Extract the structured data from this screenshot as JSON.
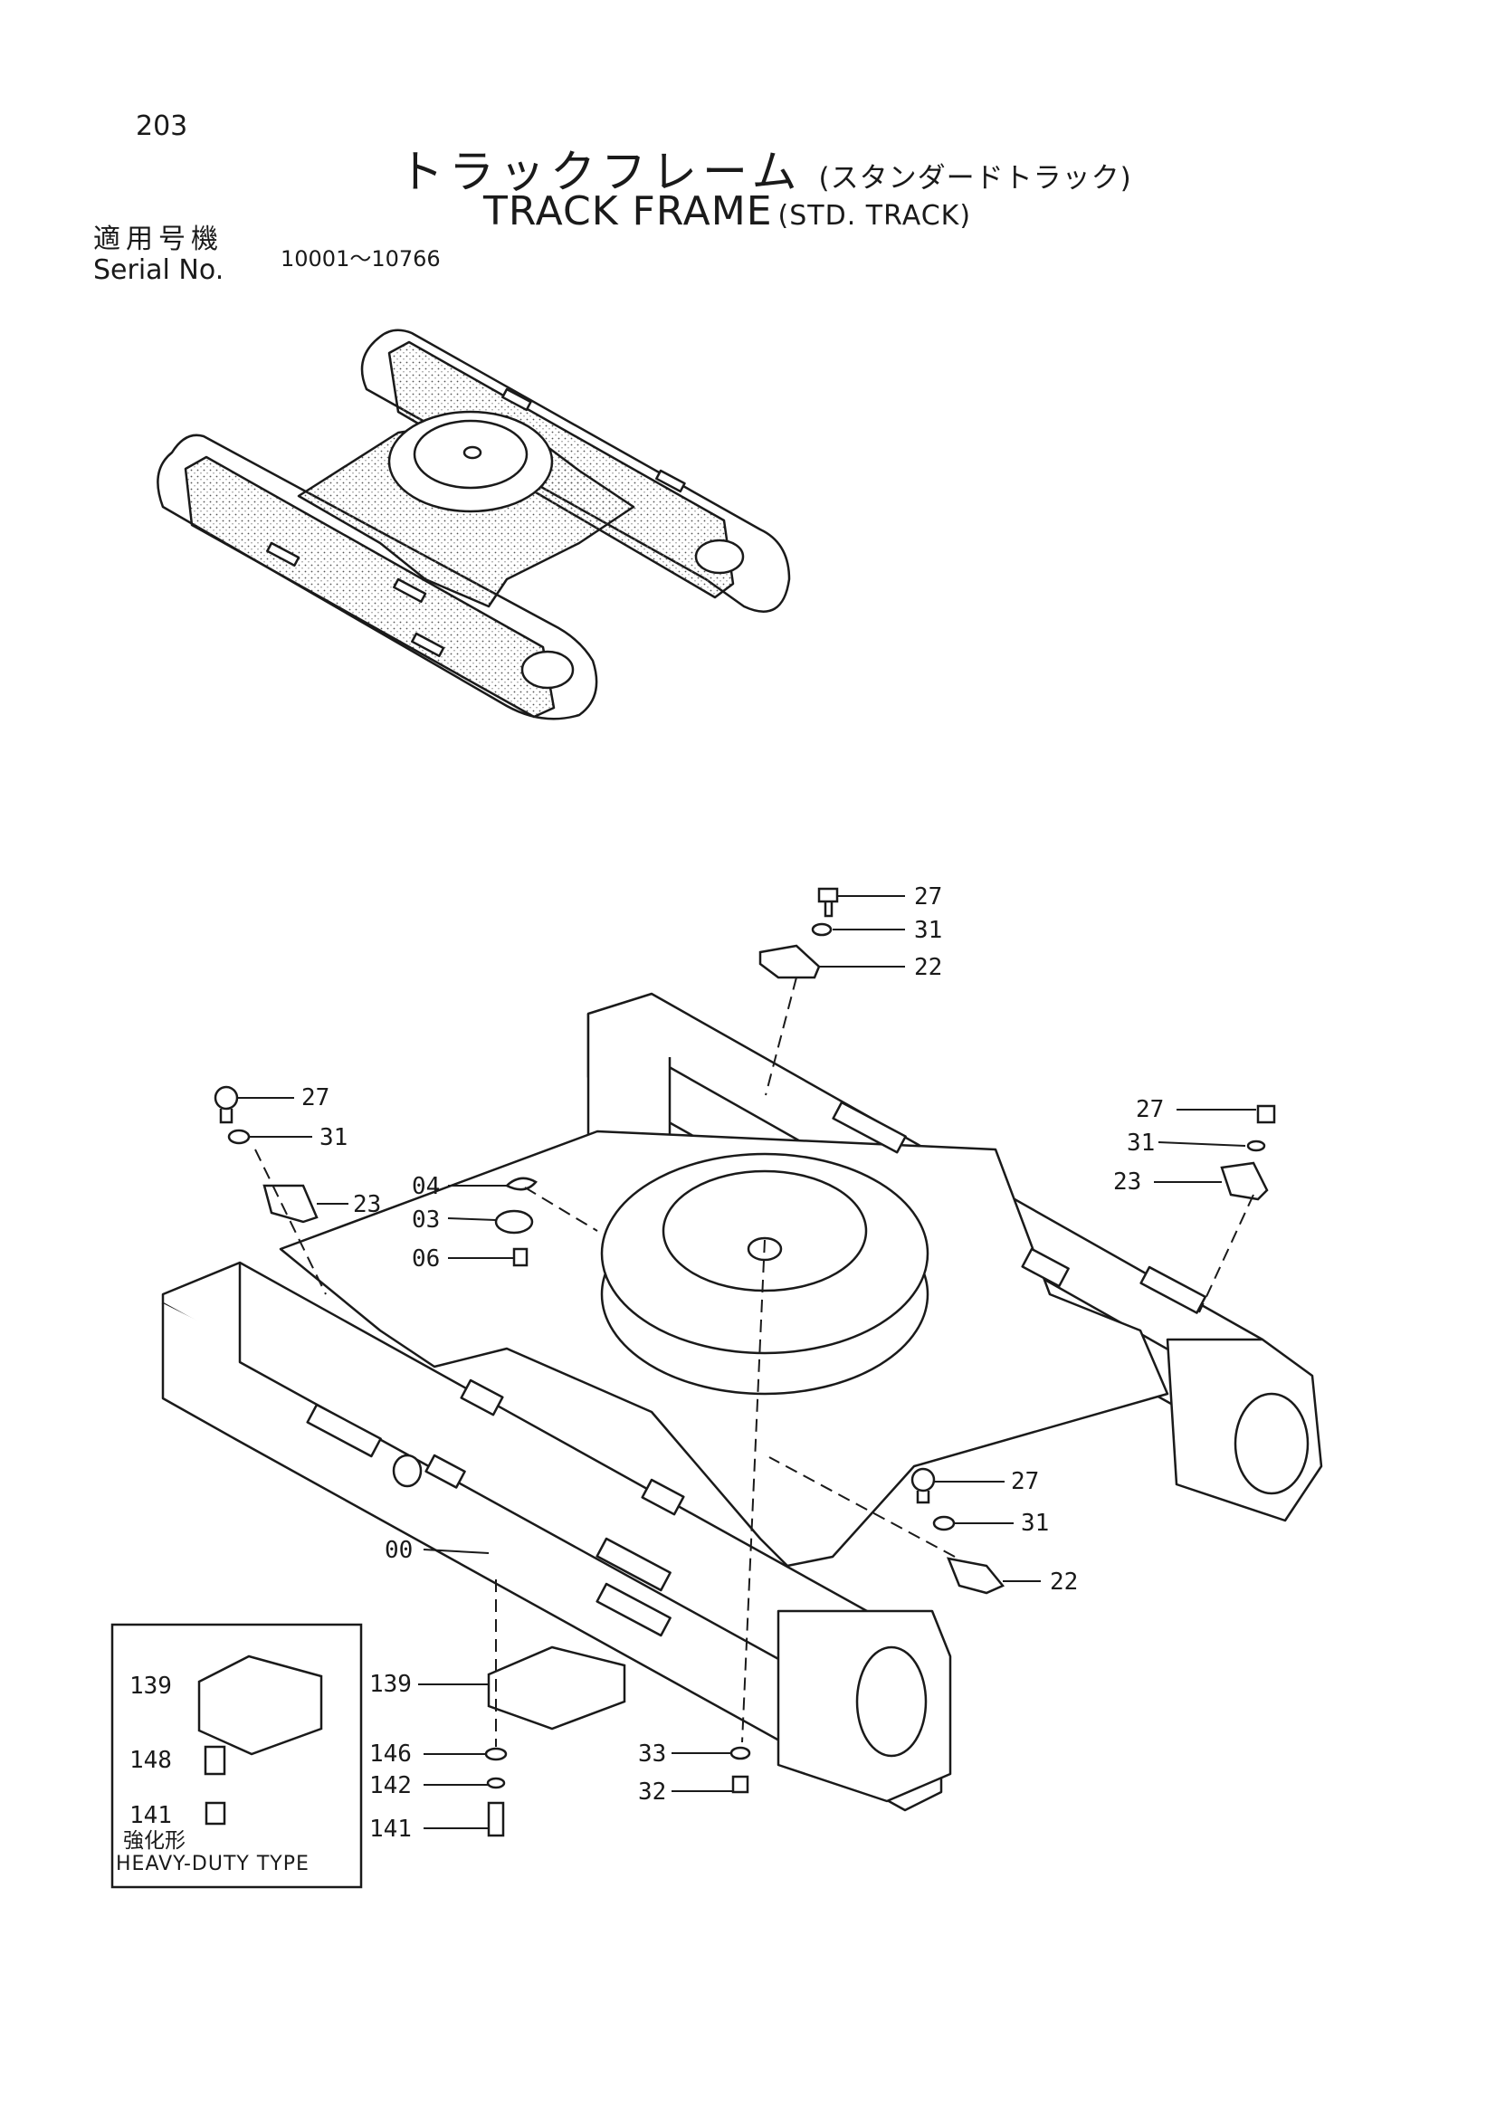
{
  "header": {
    "page_number": "203",
    "title_jp": "トラックフレーム",
    "title_jp_sub": "(スタンダードトラック)",
    "title_en": "TRACK FRAME",
    "title_en_sub": "(STD. TRACK)",
    "serial_label_jp": "適用号機",
    "serial_label_en": "Serial No.",
    "serial_range": "10001～10766"
  },
  "inset": {
    "label_jp": "強化形",
    "label_en": "HEAVY-DUTY TYPE"
  },
  "callouts": [
    {
      "id": "c27a",
      "text": "27"
    },
    {
      "id": "c31a",
      "text": "31"
    },
    {
      "id": "c22a",
      "text": "22"
    },
    {
      "id": "c27b",
      "text": "27"
    },
    {
      "id": "c31b",
      "text": "31"
    },
    {
      "id": "c23a",
      "text": "23"
    },
    {
      "id": "c27c",
      "text": "27"
    },
    {
      "id": "c31c",
      "text": "31"
    },
    {
      "id": "c23b",
      "text": "23"
    },
    {
      "id": "c04",
      "text": "04"
    },
    {
      "id": "c03",
      "text": "03"
    },
    {
      "id": "c06",
      "text": "06"
    },
    {
      "id": "c27d",
      "text": "27"
    },
    {
      "id": "c31d",
      "text": "31"
    },
    {
      "id": "c22b",
      "text": "22"
    },
    {
      "id": "c00",
      "text": "00"
    },
    {
      "id": "c139a",
      "text": "139"
    },
    {
      "id": "c146",
      "text": "146"
    },
    {
      "id": "c142",
      "text": "142"
    },
    {
      "id": "c141a",
      "text": "141"
    },
    {
      "id": "c33",
      "text": "33"
    },
    {
      "id": "c32",
      "text": "32"
    },
    {
      "id": "c139b",
      "text": "139"
    },
    {
      "id": "c148",
      "text": "148"
    },
    {
      "id": "c141b",
      "text": "141"
    }
  ]
}
